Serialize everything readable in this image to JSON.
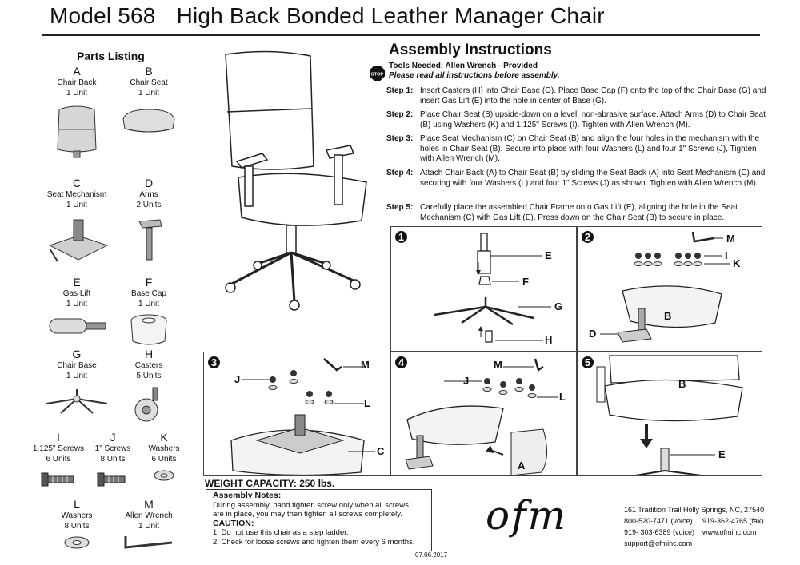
{
  "header": {
    "model": "Model 568",
    "name": "High Back Bonded Leather Manager Chair"
  },
  "parts_listing": {
    "title": "Parts Listing",
    "items": [
      {
        "letter": "A",
        "name": "Chair Back",
        "qty": "1 Unit",
        "icon": "chair-back-icon"
      },
      {
        "letter": "B",
        "name": "Chair Seat",
        "qty": "1 Unit",
        "icon": "chair-seat-icon"
      },
      {
        "letter": "C",
        "name": "Seat Mechanism",
        "qty": "1 Unit",
        "icon": "seat-mechanism-icon"
      },
      {
        "letter": "D",
        "name": "Arms",
        "qty": "2 Units",
        "icon": "arm-icon"
      },
      {
        "letter": "E",
        "name": "Gas Lift",
        "qty": "1 Unit",
        "icon": "gas-lift-icon"
      },
      {
        "letter": "F",
        "name": "Base Cap",
        "qty": "1 Unit",
        "icon": "base-cap-icon"
      },
      {
        "letter": "G",
        "name": "Chair Base",
        "qty": "1 Unit",
        "icon": "chair-base-icon"
      },
      {
        "letter": "H",
        "name": "Casters",
        "qty": "5 Units",
        "icon": "caster-icon"
      },
      {
        "letter": "I",
        "name": "1.125\" Screws",
        "qty": "6 Units",
        "icon": "screw-icon"
      },
      {
        "letter": "J",
        "name": "1\" Screws",
        "qty": "8 Units",
        "icon": "screw-icon"
      },
      {
        "letter": "K",
        "name": "Washers",
        "qty": "6 Units",
        "icon": "washer-icon"
      },
      {
        "letter": "L",
        "name": "Washers",
        "qty": "8 Units",
        "icon": "washer-icon"
      },
      {
        "letter": "M",
        "name": "Allen Wrench",
        "qty": "1 Unit",
        "icon": "allen-wrench-icon"
      }
    ]
  },
  "assembly": {
    "title": "Assembly Instructions",
    "stop_label": "STOP",
    "tools": "Tools Needed: Allen Wrench - Provided",
    "read_all": "Please read all instructions before assembly.",
    "steps": [
      {
        "label": "Step 1:",
        "text": "Insert Casters (H) into Chair Base (G). Place Base Cap (F) onto the top of the Chair Base (G) and insert Gas Lift (E) into the hole in center of Base (G)."
      },
      {
        "label": "Step 2:",
        "text": "Place Chair Seat (B) upside-down on a level, non-abrasive surface. Attach Arms (D) to Chair Seat (B) using Washers (K) and 1.125\" Screws (I). Tighten with Allen Wrench (M)."
      },
      {
        "label": "Step 3:",
        "text": "Place Seat Mechanism (C) on Chair Seat (B) and align the four holes in the mechanism with the holes in Chair Seat (B). Secure into place with four Washers (L) and four 1\" Screws (J), Tighten with Allen Wrench (M)."
      },
      {
        "label": "Step 4:",
        "text": "Attach Chair Back (A) to Chair Seat (B) by sliding the Seat Back (A) into Seat Mechanism (C) and securing with four Washers (L) and four 1\" Screws (J) as shown. Tighten with Allen Wrench (M)."
      },
      {
        "label": "Step 5:",
        "text": "Carefully place the assembled Chair Frame onto Gas Lift (E), aligning the hole in the Seat Mechanism (C) with Gas Lift (E). Press down on the Chair Seat (B) to secure in place."
      }
    ]
  },
  "diagrams": {
    "d1": {
      "num": "1",
      "labels": [
        "E",
        "F",
        "G",
        "H"
      ]
    },
    "d2": {
      "num": "2",
      "labels": [
        "M",
        "I",
        "K",
        "B",
        "D"
      ]
    },
    "d3": {
      "num": "3",
      "labels": [
        "M",
        "J",
        "L",
        "C"
      ]
    },
    "d4": {
      "num": "4",
      "labels": [
        "M",
        "J",
        "L",
        "A"
      ]
    },
    "d5": {
      "num": "5",
      "labels": [
        "B",
        "E"
      ]
    }
  },
  "weight_capacity": "WEIGHT CAPACITY: 250 lbs.",
  "notes": {
    "title": "Assembly Notes:",
    "lines": [
      "During assembly, hand tighten screw only when all screws",
      "are in place, you may then tighten all screws completely."
    ],
    "caution_title": "CAUTION:",
    "caution_lines": [
      "1. Do not use this chair as a step ladder.",
      "2. Check for loose screws and tighten them every 6 months."
    ]
  },
  "date": "07.06.2017",
  "brand": {
    "logo": "ofm",
    "address": "161 Tradition Trail  Holly Springs, NC, 27540",
    "phone1": "800-520-7471 (voice)",
    "fax": "919-362-4765 (fax)",
    "phone2": "919- 303-6389 (voice)",
    "web": "www.ofminc.com",
    "email": "support@ofminc.com"
  }
}
